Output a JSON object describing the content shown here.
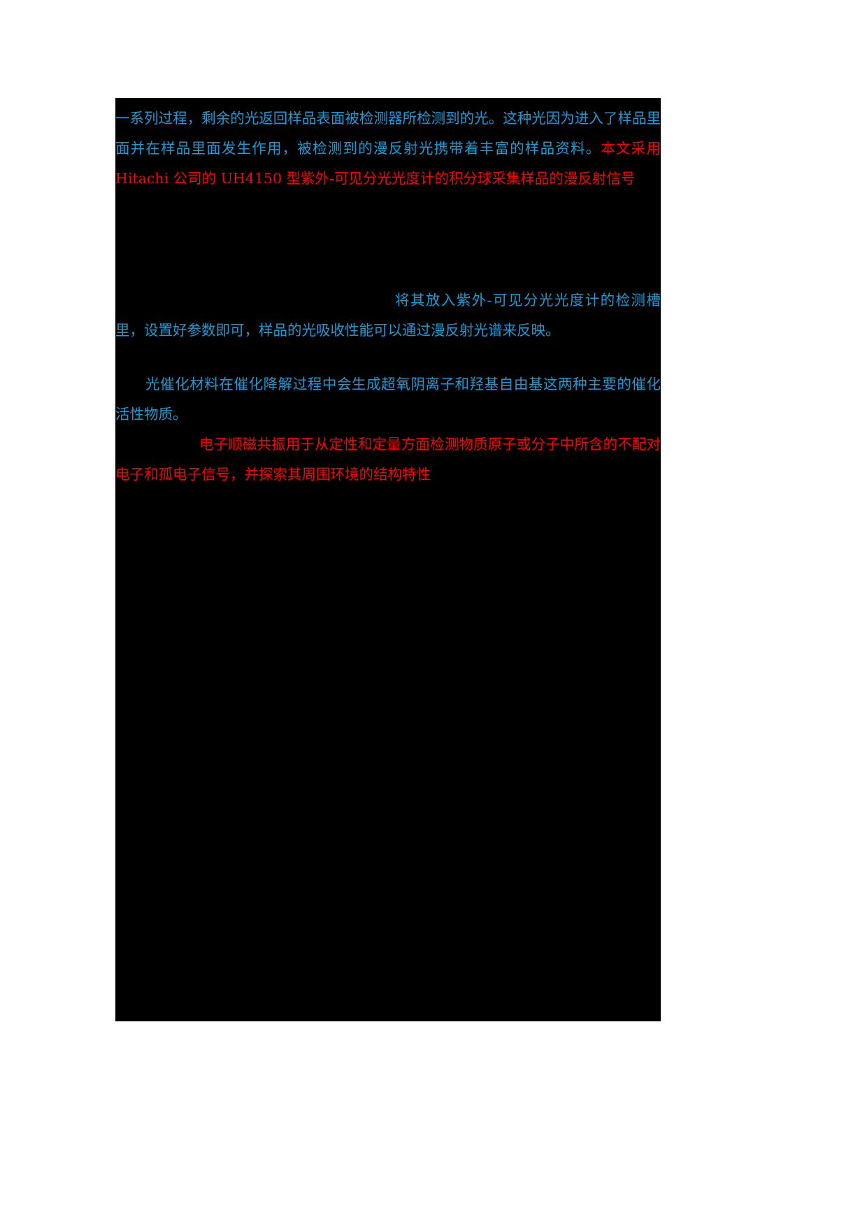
{
  "document": {
    "background_color": "#000000",
    "page_color": "#ffffff",
    "blue_text_color": "#1C9AD6",
    "red_text_color": "#FF0000",
    "paragraphs": [
      {
        "id": "paragraph-1",
        "segments": [
          {
            "color": "blue",
            "text": "一系列过程，剩余的光返回样品表面被检测器所检测到的光。这种光因为进入了样品里面并在样品里面发生作用，被检测到的漫反射光携带着丰富的样品资料。"
          },
          {
            "color": "red",
            "text": "本文采用 Hitachi 公司的 UH4150 型紫外-可见分光光度计的积分球采集样品的漫反射信号"
          }
        ]
      },
      {
        "id": "paragraph-2",
        "segments": [
          {
            "color": "blue",
            "text": "将其放入紫外-可见分光光度计的检测槽里，设置好参数即可，样品的光吸收性能可以通过漫反射光谱来反映。"
          }
        ]
      },
      {
        "id": "paragraph-3",
        "segments": [
          {
            "color": "blue",
            "text": "光催化材料在催化降解过程中会生成超氧阴离子和羟基自由基这两种主要的催化活性物质。"
          }
        ]
      },
      {
        "id": "paragraph-4",
        "segments": [
          {
            "color": "red",
            "text": "电子顺磁共振用于从定性和定量方面检测物质原子或分子中所含的不配对电子和孤电子信号，并探索其周围环境的结构特性"
          }
        ]
      }
    ]
  }
}
